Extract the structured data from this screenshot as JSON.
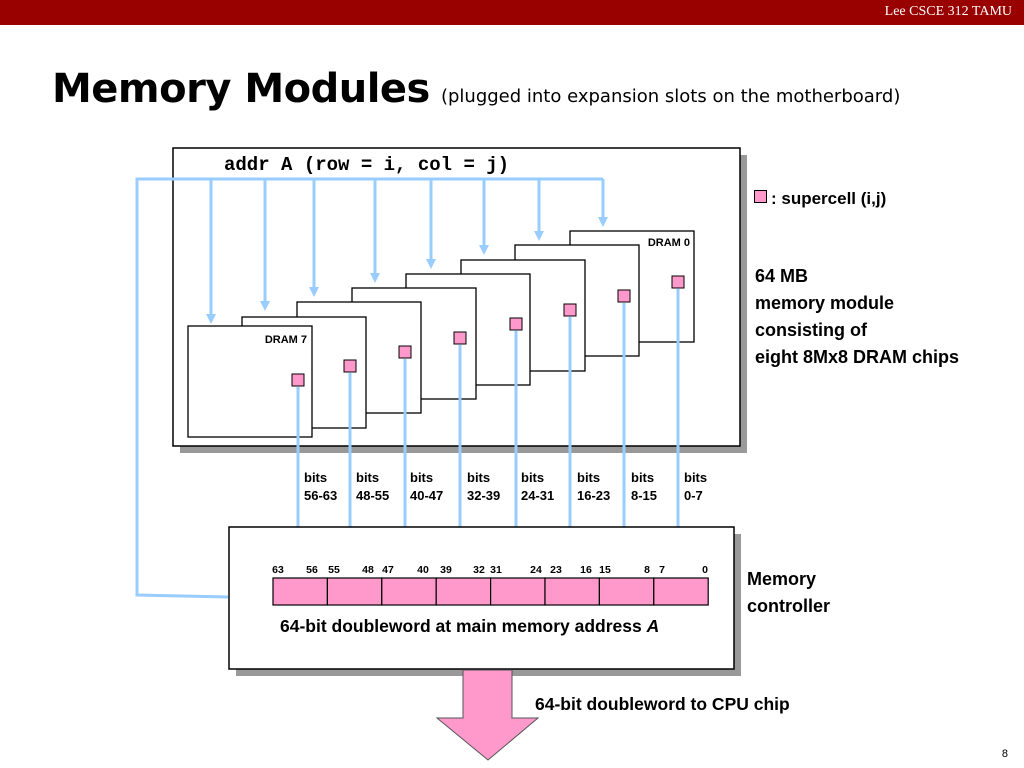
{
  "header": {
    "course": "Lee CSCE 312 TAMU"
  },
  "title": {
    "main": "Memory Modules",
    "subtitle": "(plugged into expansion slots on the motherboard)"
  },
  "module": {
    "address_label": "addr A (row = i, col = j)",
    "chips": [
      "DRAM 0",
      "DRAM 7"
    ],
    "legend": ": supercell (i,j)",
    "description": [
      "64 MB",
      "memory module",
      "consisting of",
      "eight 8Mx8 DRAM chips"
    ],
    "bit_groups": [
      {
        "top": "bits",
        "bottom": "56-63"
      },
      {
        "top": "bits",
        "bottom": "48-55"
      },
      {
        "top": "bits",
        "bottom": "40-47"
      },
      {
        "top": "bits",
        "bottom": "32-39"
      },
      {
        "top": "bits",
        "bottom": "24-31"
      },
      {
        "top": "bits",
        "bottom": "16-23"
      },
      {
        "top": "bits",
        "bottom": "8-15"
      },
      {
        "top": "bits",
        "bottom": "0-7"
      }
    ]
  },
  "controller": {
    "label": [
      "Memory",
      "controller"
    ],
    "bit_numbers": [
      "63",
      "56",
      "55",
      "48",
      "47",
      "40",
      "39",
      "32",
      "31",
      "24",
      "23",
      "16",
      "15",
      "8",
      "7",
      "0"
    ],
    "doubleword_label": "64-bit doubleword at main memory address",
    "doubleword_var": "A",
    "output_label": "64-bit doubleword to CPU chip"
  },
  "colors": {
    "header_bar": "#990000",
    "arrow_blue": "#99ccff",
    "supercell_pink": "#ff99cc",
    "shadow": "#999999"
  },
  "page_number": "8"
}
